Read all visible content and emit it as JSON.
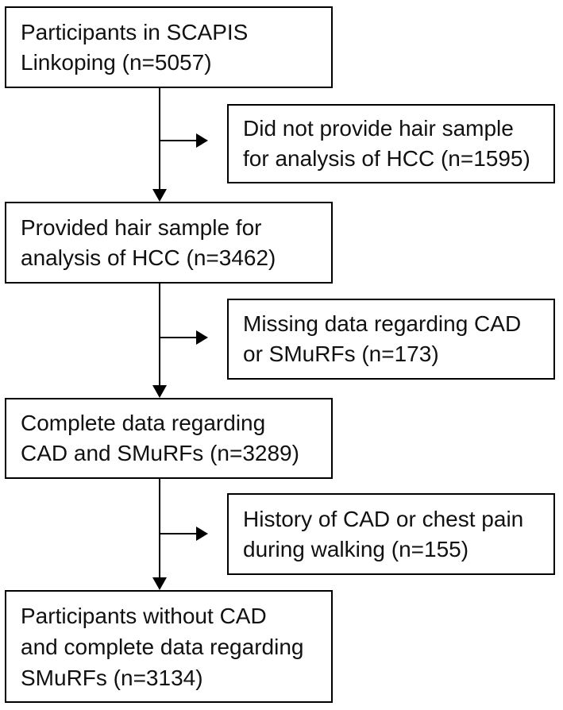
{
  "flowchart": {
    "main_nodes": [
      {
        "label": "Participants in SCAPIS Linkoping (n=5057)",
        "lines": [
          "Participants in SCAPIS",
          "Linkoping (n=5057)"
        ],
        "n": "5057"
      },
      {
        "label": "Provided hair sample for analysis of HCC (n=3462)",
        "lines": [
          "Provided hair sample for",
          "analysis of HCC (n=3462)"
        ],
        "n": "3462"
      },
      {
        "label": "Complete data regarding CAD and SMuRFs (n=3289)",
        "lines": [
          "Complete data regarding",
          "CAD and SMuRFs (n=3289)"
        ],
        "n": "3289"
      },
      {
        "label": "Participants without CAD and complete data regarding SMuRFs (n=3134)",
        "lines": [
          "Participants without CAD",
          "and complete data regarding",
          "SMuRFs (n=3134)"
        ],
        "n": "3134"
      }
    ],
    "exclusion_nodes": [
      {
        "label": "Did not provide hair sample for analysis of HCC (n=1595)",
        "lines": [
          "Did not provide hair sample",
          "for analysis of HCC (n=1595)"
        ],
        "n": "1595"
      },
      {
        "label": "Missing data regarding CAD or SMuRFs (n=173)",
        "lines": [
          "Missing data regarding CAD",
          "or SMuRFs (n=173)"
        ],
        "n": "173"
      },
      {
        "label": "History of CAD or chest pain during walking (n=155)",
        "lines": [
          "History of CAD or chest pain",
          "during walking (n=155)"
        ],
        "n": "155"
      }
    ],
    "colors": {
      "box_border": "#000000",
      "arrow": "#000000",
      "text": "#111111",
      "background": "#ffffff"
    }
  }
}
